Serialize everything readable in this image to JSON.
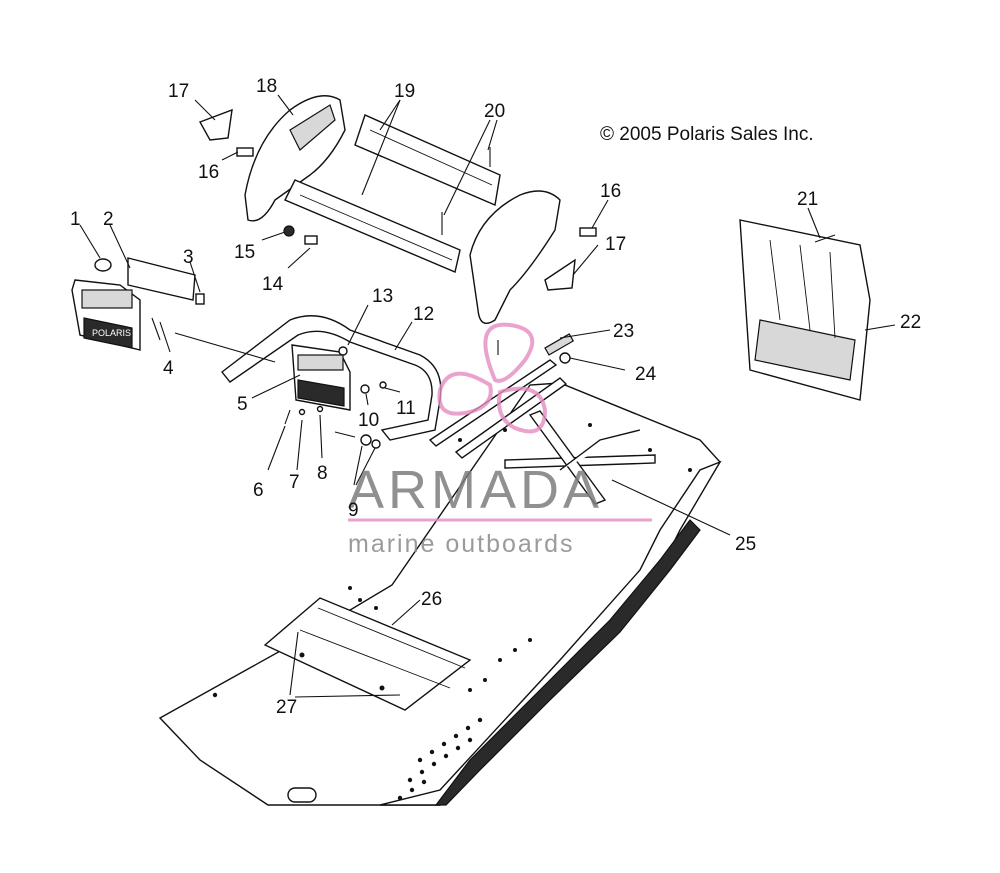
{
  "copyright": "© 2005 Polaris Sales Inc.",
  "watermark": {
    "title": "ARMADA",
    "subtitle": "marine outboards",
    "accent_color": "#e58cc0",
    "text_color": "#7d7d7d"
  },
  "callouts": [
    "1",
    "2",
    "3",
    "4",
    "5",
    "6",
    "7",
    "8",
    "9",
    "10",
    "11",
    "12",
    "13",
    "14",
    "15",
    "16",
    "16",
    "17",
    "17",
    "18",
    "19",
    "20",
    "21",
    "22",
    "23",
    "24",
    "25",
    "26",
    "27"
  ]
}
